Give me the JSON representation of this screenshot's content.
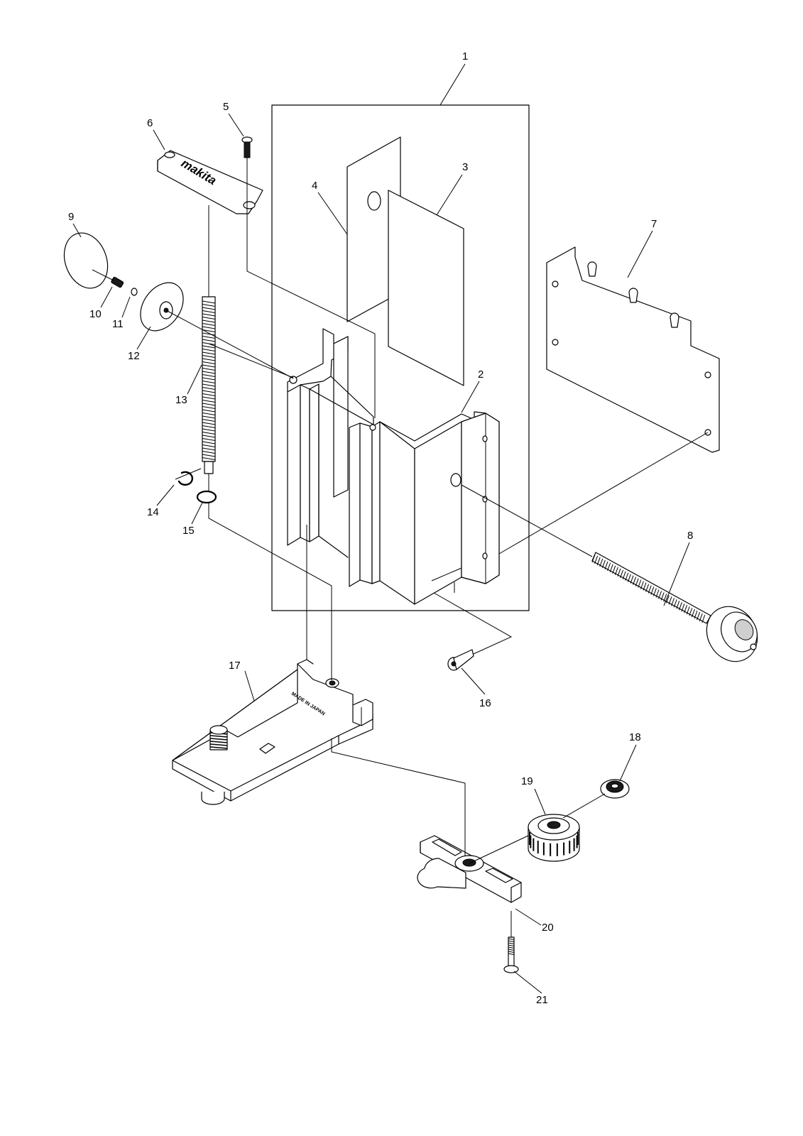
{
  "brand_logo_text": "makita",
  "base_stamp_text": "MADE IN JAPAN",
  "part_numbers": [
    "1",
    "2",
    "3",
    "4",
    "5",
    "6",
    "7",
    "8",
    "9",
    "10",
    "11",
    "12",
    "13",
    "14",
    "15",
    "16",
    "17",
    "18",
    "19",
    "20",
    "21"
  ]
}
